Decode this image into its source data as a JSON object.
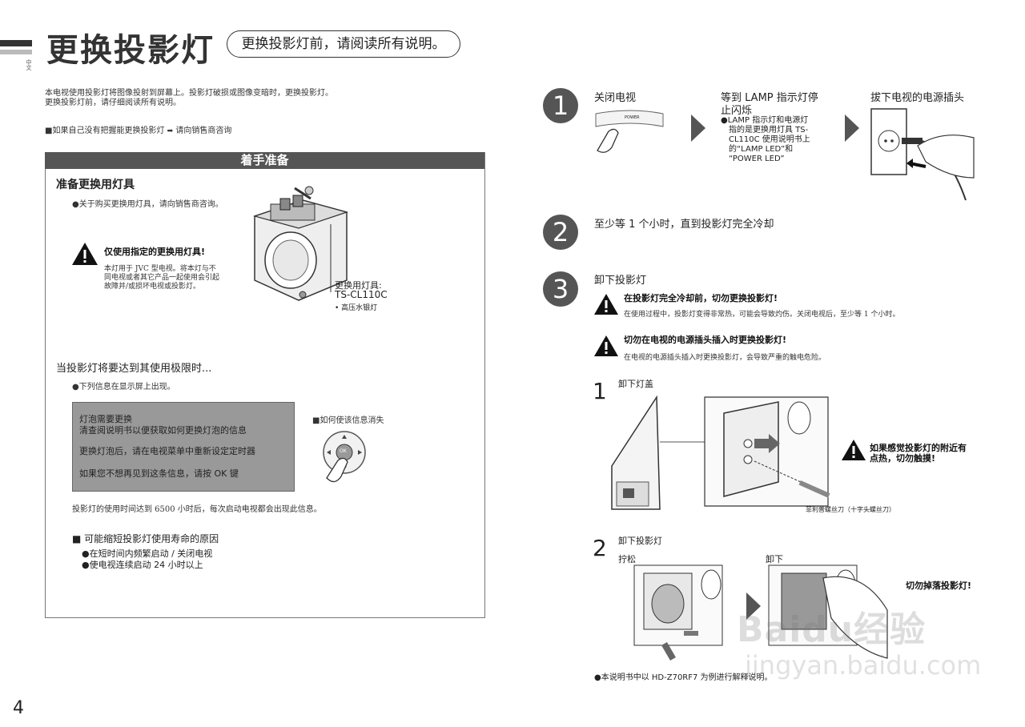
{
  "header": {
    "title": "更换投影灯",
    "notice": "更换投影灯前，请阅读所有说明。",
    "lang_tab": "中文"
  },
  "intro": {
    "line1": "本电视使用投影灯将图像投射到屏幕上。投影灯破损或图像变暗时，更换投影灯。",
    "line2": "更换投影灯前，请仔细阅读所有说明。",
    "consult_prefix": "■如果自己没有把握能更换投影灯",
    "consult_arrow": "➡",
    "consult_suffix": "请向销售商咨询"
  },
  "prepare": {
    "header": "着手准备",
    "section1_title": "准备更换用灯具",
    "section1_bullet": "●关于购买更换用灯具，请向销售商咨询。",
    "warning_title": "仅使用指定的更换用灯具!",
    "warning_lines": [
      "本灯用于 JVC 型电视。将本灯与不",
      "同电视或者其它产品一起使用会引起",
      "故障并/或损坏电视或投影灯。"
    ],
    "lamp_label": "更换用灯具:",
    "lamp_model": "TS-CL110C",
    "lamp_type": "• 高压水银灯",
    "section2_title": "当投影灯将要达到其使用极限时...",
    "section2_bullet": "●下列信息在显示屏上出现。",
    "osd": {
      "line1": "灯泡需要更换",
      "line2": "清查阅说明书以便获取如何更换灯泡的信息",
      "line3": "更换灯泡后，请在电视菜单中重新设定定时器",
      "line4": "如果您不想再见到这条信息，请按 OK 键"
    },
    "dismiss_label": "■如何使该信息消失",
    "ok_label": "OK",
    "hours_note": "投影灯的使用时间达到 6500 小时后，每次启动电视都会出现此信息。",
    "section3_title": "■ 可能缩短投影灯使用寿命的原因",
    "causes": [
      "●在短时间内频繁启动 / 关闭电视",
      "●使电视连续启动 24 小时以上"
    ]
  },
  "steps": {
    "step1": {
      "num": "1",
      "a": "关闭电视",
      "power_label": "POWER",
      "b_line1": "等到 LAMP 指示灯停",
      "b_line2": "止闪烁",
      "b_note": [
        "●LAMP 指示灯和电源灯",
        "指的是更换用灯具 TS-",
        "CL110C 使用说明书上",
        "的“LAMP LED”和",
        "“POWER LED”"
      ],
      "c": "拔下电视的电源插头"
    },
    "step2": {
      "num": "2",
      "text": "至少等 1 个小时，直到投影灯完全冷却"
    },
    "step3": {
      "num": "3",
      "text": "卸下投影灯",
      "warn1_title": "在投影灯完全冷却前，切勿更换投影灯!",
      "warn1_text": "在使用过程中，投影灯变得非常热，可能会导致灼伤。关闭电视后，至少等 1 个小时。",
      "warn2_title": "切勿在电视的电源插头插入时更换投影灯!",
      "warn2_text": "在电视的电源插头插入时更换投影灯，会导致严重的触电危险。",
      "sub1_num": "1",
      "sub1_label": "卸下灯盖",
      "hot_warn_line1": "如果感觉投影灯的附近有",
      "hot_warn_line2": "点热，切勿触摸!",
      "screwdriver": "菲利普螺丝刀（十字头螺丝刀）",
      "sub2_num": "2",
      "sub2_label": "卸下投影灯",
      "loosen": "拧松",
      "remove": "卸下",
      "nodrop": "切勿掉落投影灯!",
      "footnote": "●本说明书中以 HD-Z70RF7 为例进行解释说明。"
    }
  },
  "watermark": {
    "brand": "Baidu经验",
    "url": "jingyan.baidu.com"
  },
  "page_number": "4"
}
